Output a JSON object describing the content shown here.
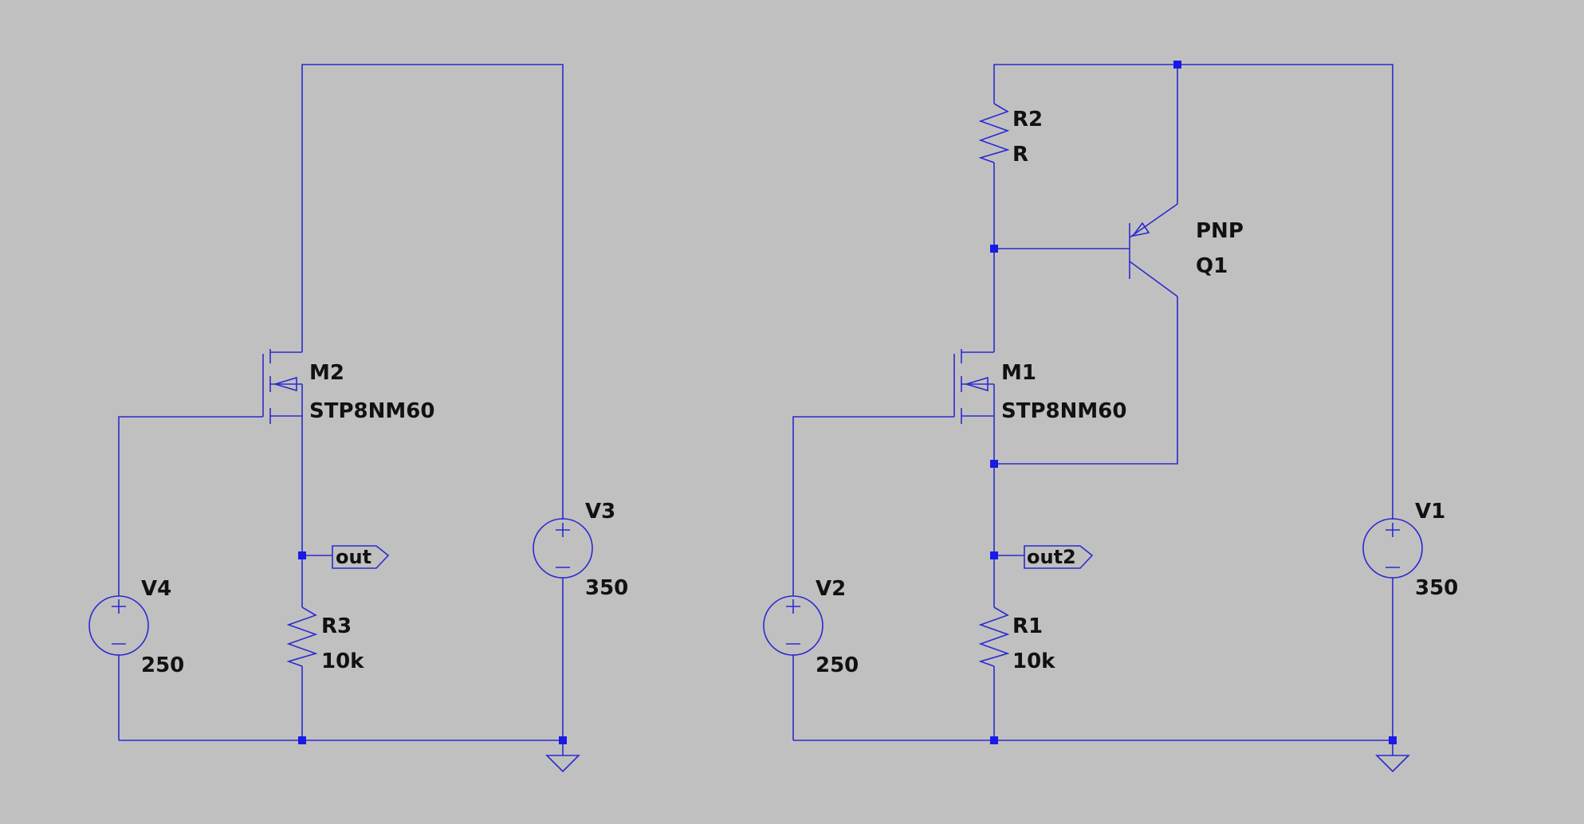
{
  "colors": {
    "background": "#c0c0c0",
    "wire": "#2a2ad0",
    "junction": "#1a1ae6",
    "text": "#111111"
  },
  "left_circuit": {
    "mosfet": {
      "name": "M2",
      "model": "STP8NM60"
    },
    "resistor": {
      "name": "R3",
      "value": "10k"
    },
    "gate_source": {
      "name": "V4",
      "value": "250"
    },
    "supply": {
      "name": "V3",
      "value": "350"
    },
    "net_label": "out"
  },
  "right_circuit": {
    "resistor_top": {
      "name": "R2",
      "value": "R"
    },
    "transistor": {
      "name": "Q1",
      "model": "PNP"
    },
    "mosfet": {
      "name": "M1",
      "model": "STP8NM60"
    },
    "resistor": {
      "name": "R1",
      "value": "10k"
    },
    "gate_source": {
      "name": "V2",
      "value": "250"
    },
    "supply": {
      "name": "V1",
      "value": "350"
    },
    "net_label": "out2"
  },
  "icons": [
    "ground-icon",
    "voltage-source-icon",
    "resistor-icon",
    "nmos-icon",
    "pnp-transistor-icon",
    "net-label-icon"
  ]
}
